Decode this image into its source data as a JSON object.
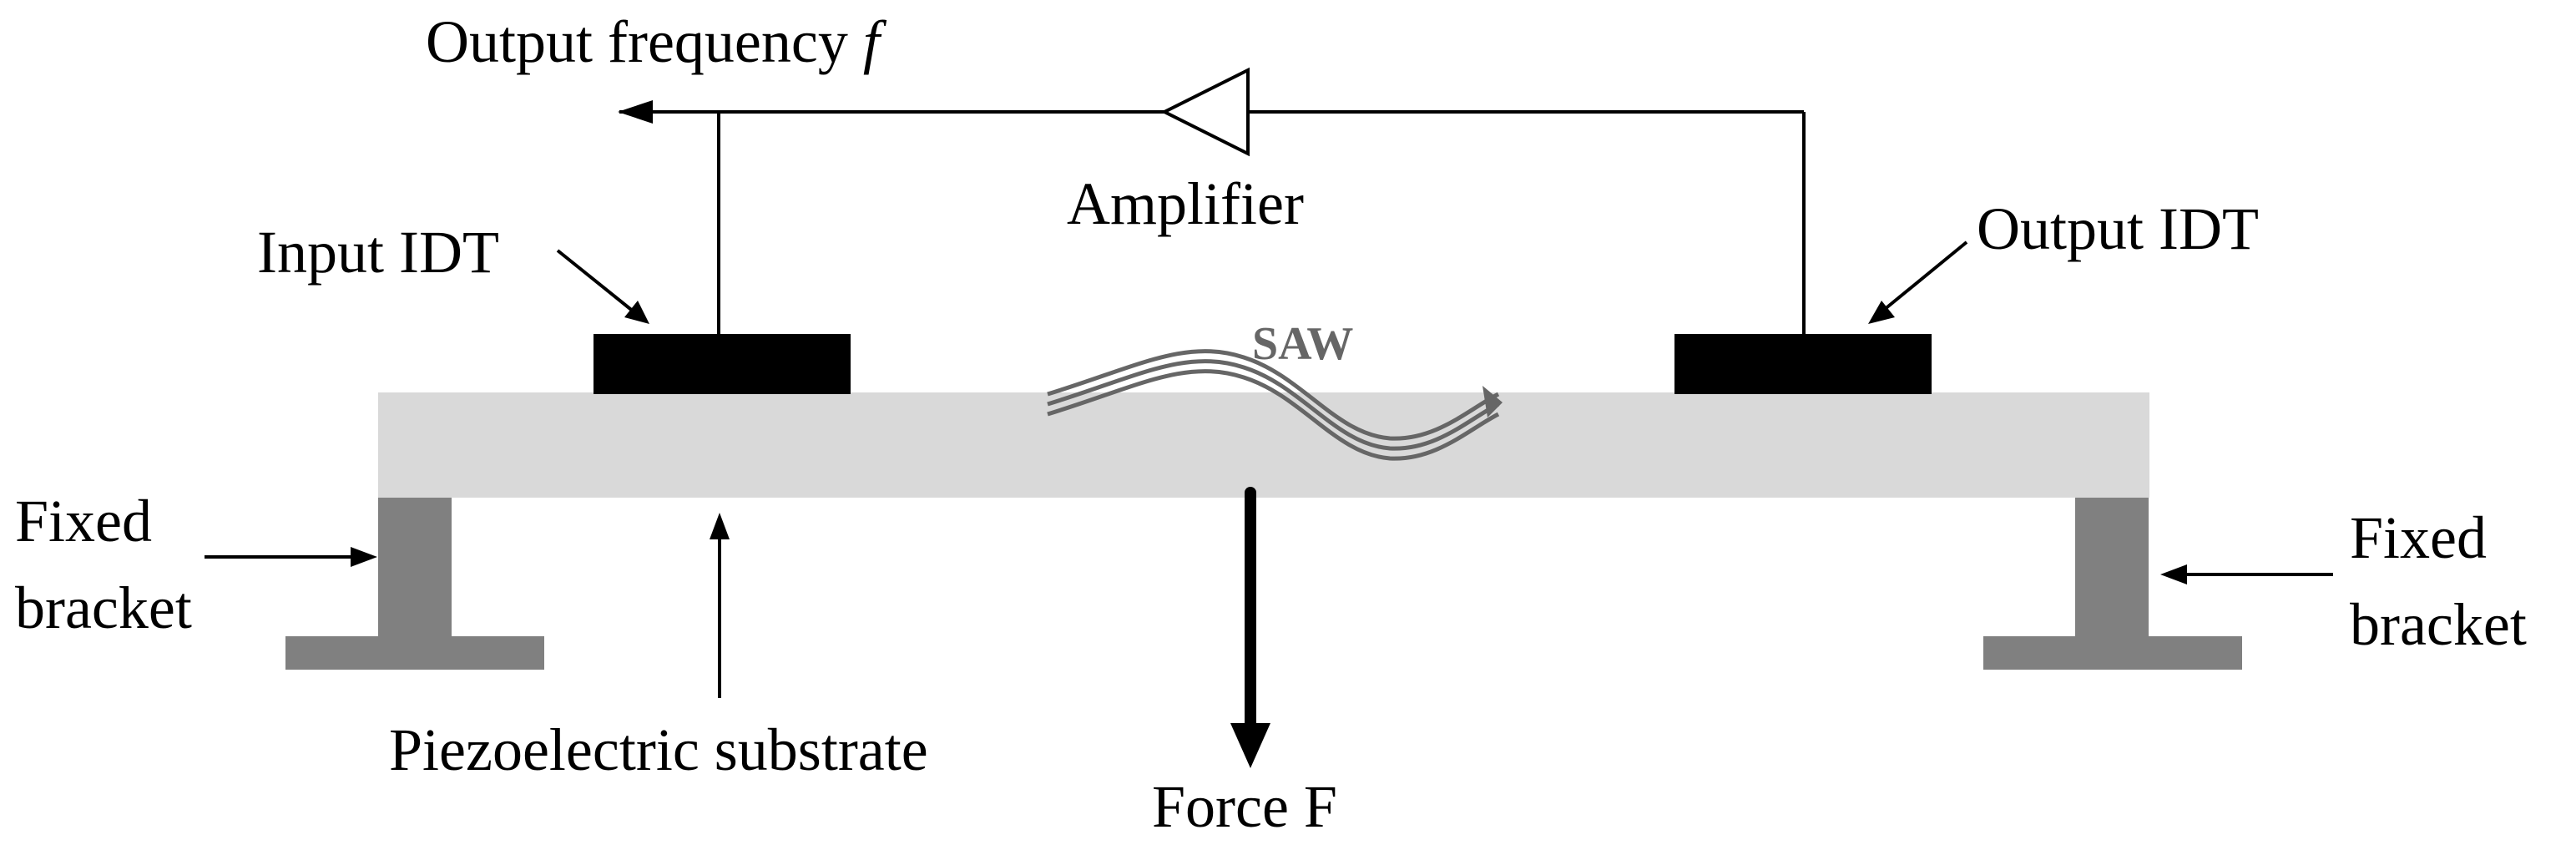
{
  "diagram": {
    "labels": {
      "output_frequency": "Output frequency",
      "output_frequency_symbol": "f",
      "amplifier": "Amplifier",
      "input_idt": "Input IDT",
      "output_idt": "Output IDT",
      "saw": "SAW",
      "fixed_bracket_left_line1": "Fixed",
      "fixed_bracket_left_line2": "bracket",
      "fixed_bracket_right_line1": "Fixed",
      "fixed_bracket_right_line2": "bracket",
      "piezoelectric_substrate": "Piezoelectric substrate",
      "force": "Force F"
    },
    "colors": {
      "substrate": "#d9d9d9",
      "bracket": "#808080",
      "idt": "#000000",
      "saw_wave": "#666666",
      "line": "#000000"
    }
  }
}
